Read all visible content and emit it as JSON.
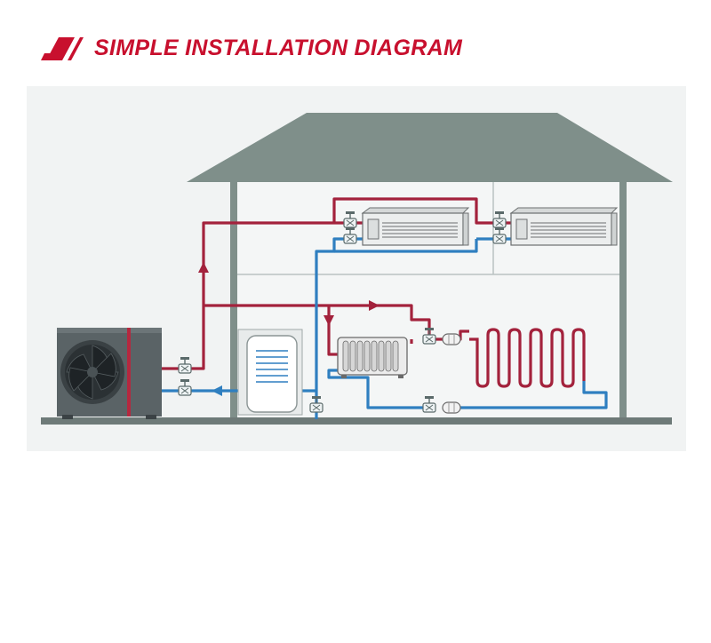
{
  "header": {
    "title": "SIMPLE INSTALLATION DIAGRAM",
    "logo_icon": "red-slash-stripes-icon"
  },
  "colors": {
    "accent": "#c8102e",
    "hot_pipe": "#a3223c",
    "cold_pipe": "#2f7fc0",
    "roof": "#7f8f8a",
    "walls": "#7f8f8a",
    "background": "#f1f3f3"
  },
  "diagram": {
    "components": [
      "heat-pump-outdoor-unit",
      "fan-coil-unit",
      "fan-coil-unit",
      "water-tank",
      "radiator",
      "underfloor-heating-coil",
      "valve",
      "filter"
    ]
  }
}
